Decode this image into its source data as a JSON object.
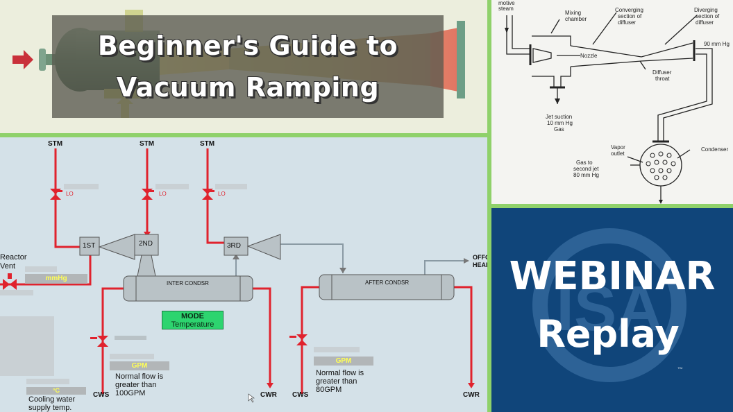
{
  "title_panel": {
    "line1": "Beginner's Guide to",
    "line2": "Vacuum Ramping"
  },
  "hmi": {
    "stm_label": "STM",
    "lo_label": "LO",
    "stage_1": "1ST",
    "stage_2": "2ND",
    "stage_3": "3RD",
    "reactor_label_1": "Reactor",
    "reactor_label_2": "Vent",
    "mmhg_label": "mmHg",
    "inter_condenser": "INTER CONDSR",
    "after_condenser": "AFTER CONDSR",
    "off_label_1": "OFFG",
    "off_label_2": "HEAD",
    "mode_title": "MODE",
    "mode_value": "Temperature",
    "gpm_label": "GPM",
    "note_left_1": "Normal flow is",
    "note_left_2": "greater than",
    "note_left_3": "100GPM",
    "note_right_1": "Normal flow is",
    "note_right_2": "greater than",
    "note_right_3": "80GPM",
    "cws_label": "CWS",
    "cwr_label": "CWR",
    "temp_unit": "°C",
    "cooling_1": "Cooling water",
    "cooling_2": "supply temp."
  },
  "diagram": {
    "motive_steam_1": "motive",
    "motive_steam_2": "steam",
    "mixing_1": "Mixing",
    "mixing_2": "chamber",
    "converging_1": "Converging",
    "converging_2": "section of",
    "converging_3": "diffuser",
    "diverging_1": "Diverging",
    "diverging_2": "section of",
    "diverging_3": "diffuser",
    "nozzle": "Nozzle",
    "pressure_outlet": "90 mm Hg",
    "throat_1": "Diffuser",
    "throat_2": "throat",
    "suction_1": "Jet suction",
    "suction_2": "10 mm Hg",
    "suction_3": "Gas",
    "vapor_1": "Vapor",
    "vapor_2": "outlet",
    "gas_1": "Gas to",
    "gas_2": "second jet",
    "gas_3": "80 mm Hg",
    "condenser": "Condenser"
  },
  "webinar": {
    "line1": "WEBINAR",
    "line2": "Replay",
    "logo_text": "ISA",
    "trademark": "™"
  },
  "colors": {
    "pipe_red": "#e0222d",
    "pipe_gray": "#8a9aa4",
    "webinar_blue": "#10457a",
    "border_green": "#8fd16a",
    "mode_green": "#2dd46f"
  }
}
